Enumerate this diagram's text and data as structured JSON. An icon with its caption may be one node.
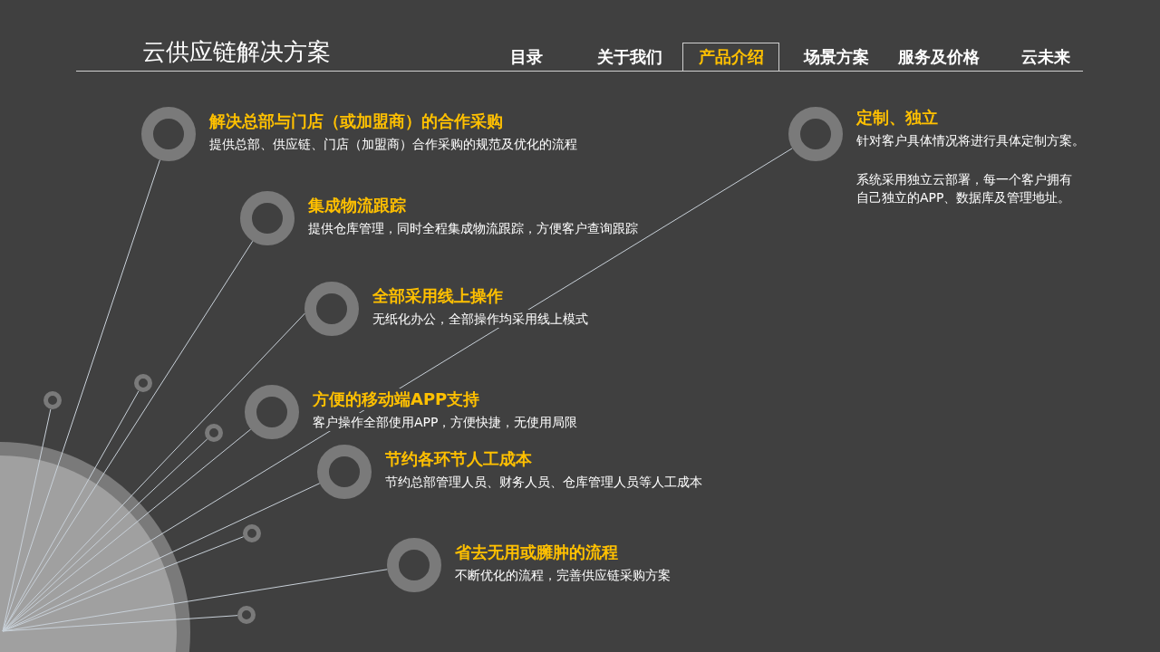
{
  "diagram": {
    "title": "云供应链解决方案",
    "nodes": [
      {
        "text": [],
        "shape": "circle"
      },
      {
        "text": [],
        "shape": "circle",
        "beside": [
          "解决总部与门店（或加盟商）的合作采购",
          "提供总部、供应链、门店（加盟商）合作采购的规范及优化的流程"
        ]
      },
      {
        "text": [],
        "shape": "circle",
        "beside": [
          "集成物流跟踪",
          "提供仓库管理，同时全程集成物流跟踪，方便客户查询跟踪"
        ]
      },
      {
        "text": [],
        "shape": "circle",
        "beside": [
          "全部采用线上操作",
          "无纸化办公，全部操作均采用线上模式"
        ]
      },
      {
        "text": [],
        "shape": "circle",
        "beside": [
          "方便的移动端APP支持",
          "客户操作全部使用APP，方便快捷，无使用局限"
        ]
      },
      {
        "text": [],
        "shape": "circle",
        "beside": [
          "节约各环节人工成本",
          "节约总部管理人员、财务人员、仓库管理人员等人工成本"
        ]
      },
      {
        "text": [],
        "shape": "circle",
        "beside": [
          "省去无用或臃肿的流程",
          "不断优化的流程，完善供应链采购方案"
        ]
      },
      {
        "text": [],
        "shape": "circle",
        "beside": [
          "定制、独立",
          "针对客户具体情况将进行具体定制方案。",
          "系统采用独立云部署，每一个客户拥有自己独立的APP、数据库及管理地址。"
        ]
      },
      {
        "text": [],
        "shape": "circle"
      },
      {
        "text": [],
        "shape": "circle"
      },
      {
        "text": [],
        "shape": "circle"
      },
      {
        "text": [],
        "shape": "circle"
      },
      {
        "text": [],
        "shape": "circle"
      }
    ],
    "edges": [
      {
        "from": 0,
        "to": 1,
        "arrow": "none"
      },
      {
        "from": 0,
        "to": 2,
        "arrow": "none"
      },
      {
        "from": 0,
        "to": 3,
        "arrow": "none"
      },
      {
        "from": 0,
        "to": 4,
        "arrow": "none"
      },
      {
        "from": 0,
        "to": 5,
        "arrow": "none"
      },
      {
        "from": 0,
        "to": 6,
        "arrow": "none"
      },
      {
        "from": 0,
        "to": 7,
        "arrow": "none"
      },
      {
        "from": 0,
        "to": 8,
        "arrow": "none"
      },
      {
        "from": 0,
        "to": 9,
        "arrow": "none"
      },
      {
        "from": 0,
        "to": 10,
        "arrow": "none"
      },
      {
        "from": 0,
        "to": 11,
        "arrow": "none"
      },
      {
        "from": 0,
        "to": 12,
        "arrow": "none"
      }
    ],
    "labels": [
      "目录",
      "关于我们",
      "产品介绍",
      "场景方案",
      "服务及价格",
      "云未来"
    ]
  }
}
